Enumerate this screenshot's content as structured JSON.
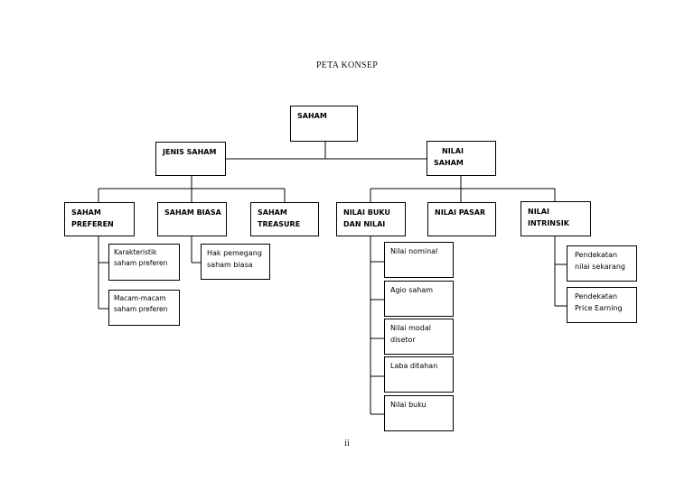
{
  "title": "PETA KONSEP",
  "page_number": "ii",
  "nodes": {
    "saham": {
      "lines": [
        "SAHAM"
      ]
    },
    "jenis_saham": {
      "lines": [
        "JENIS SAHAM"
      ]
    },
    "nilai_saham": {
      "lines": [
        "NILAI",
        "SAHAM"
      ]
    },
    "saham_preferen": {
      "lines": [
        "SAHAM",
        "PREFEREN"
      ]
    },
    "saham_biasa": {
      "lines": [
        "SAHAM BIASA"
      ]
    },
    "saham_treasure": {
      "lines": [
        "SAHAM",
        "TREASURE"
      ]
    },
    "nilai_buku_dan_nilai": {
      "lines": [
        "NILAI BUKU",
        "DAN NILAI"
      ]
    },
    "nilai_pasar": {
      "lines": [
        "NILAI PASAR"
      ]
    },
    "nilai_intrinsik": {
      "lines": [
        "NILAI",
        "INTRINSIK"
      ]
    },
    "karakteristik": {
      "lines": [
        "Karakteristik",
        "saham preferen"
      ]
    },
    "macam_macam": {
      "lines": [
        "Macam-macam",
        "saham preferen"
      ]
    },
    "hak_pemegang": {
      "lines": [
        "Hak pemegang",
        "saham biasa"
      ]
    },
    "nilai_nominal": {
      "lines": [
        "Nilai nominal"
      ]
    },
    "agio_saham": {
      "lines": [
        "Agio saham"
      ]
    },
    "nilai_modal": {
      "lines": [
        "Nilai modal",
        "disetor"
      ]
    },
    "laba_ditahan": {
      "lines": [
        "Laba ditahan"
      ]
    },
    "nilai_buku": {
      "lines": [
        "Nilai buku"
      ]
    },
    "pendekatan_nilai_sekarang": {
      "lines": [
        "Pendekatan",
        "nilai sekarang"
      ]
    },
    "pendekatan_per": {
      "lines": [
        "Pendekatan",
        "Price Earning"
      ]
    }
  }
}
